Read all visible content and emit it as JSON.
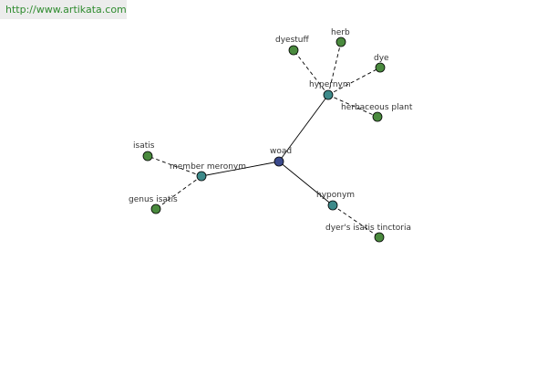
{
  "banner": {
    "url": "http://www.artikata.com",
    "bg_color": "#ececec",
    "text_color": "#2e8b2e"
  },
  "colors": {
    "root": "#3b4a8c",
    "relation": "#3d8a8a",
    "leaf": "#4a8a3e",
    "edge": "#000000",
    "label": "#333333"
  },
  "graph": {
    "nodes": [
      {
        "id": "woad",
        "label": "woad",
        "kind": "root"
      },
      {
        "id": "hypernym",
        "label": "hypernym",
        "kind": "relation"
      },
      {
        "id": "member_meronym",
        "label": "member meronym",
        "kind": "relation"
      },
      {
        "id": "hyponym",
        "label": "hyponym",
        "kind": "relation"
      },
      {
        "id": "dyestuff",
        "label": "dyestuff",
        "kind": "leaf"
      },
      {
        "id": "herb",
        "label": "herb",
        "kind": "leaf"
      },
      {
        "id": "dye",
        "label": "dye",
        "kind": "leaf"
      },
      {
        "id": "herbaceous_plant",
        "label": "herbaceous plant",
        "kind": "leaf"
      },
      {
        "id": "isatis",
        "label": "isatis",
        "kind": "leaf"
      },
      {
        "id": "genus_isatis",
        "label": "genus isatis",
        "kind": "leaf"
      },
      {
        "id": "dyers_isatis",
        "label": "dyer's isatis tinctoria",
        "kind": "leaf"
      }
    ],
    "edges": [
      {
        "from": "woad",
        "to": "hypernym",
        "style": "solid"
      },
      {
        "from": "woad",
        "to": "member_meronym",
        "style": "solid"
      },
      {
        "from": "woad",
        "to": "hyponym",
        "style": "solid"
      },
      {
        "from": "hypernym",
        "to": "dyestuff",
        "style": "dashed"
      },
      {
        "from": "hypernym",
        "to": "herb",
        "style": "dashed"
      },
      {
        "from": "hypernym",
        "to": "dye",
        "style": "dashed"
      },
      {
        "from": "hypernym",
        "to": "herbaceous_plant",
        "style": "dashed"
      },
      {
        "from": "member_meronym",
        "to": "isatis",
        "style": "dashed"
      },
      {
        "from": "member_meronym",
        "to": "genus_isatis",
        "style": "dashed"
      },
      {
        "from": "hyponym",
        "to": "dyers_isatis",
        "style": "dashed"
      }
    ]
  }
}
